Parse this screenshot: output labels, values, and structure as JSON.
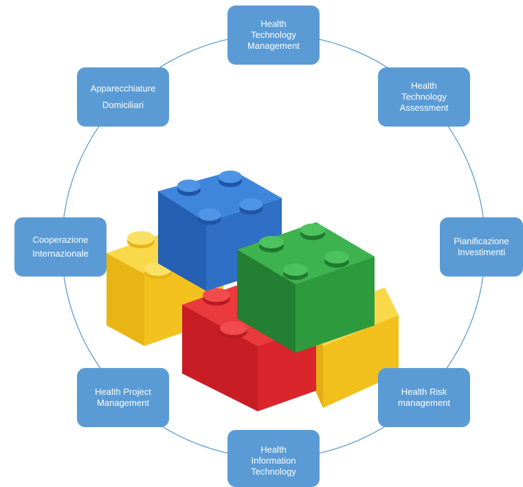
{
  "nodes": [
    {
      "label": "Health\nTechnology\nManagement"
    },
    {
      "label": "Health\nTechnology\nAssessment"
    },
    {
      "label": "Pianificazione\nInvestimenti"
    },
    {
      "label": "Health Risk\nmanagement"
    },
    {
      "label": "Health\nInformation\nTechnology"
    },
    {
      "label": "Health Project\nManagement"
    },
    {
      "label": "Cooperazione\nInternazionale"
    },
    {
      "label": "Apparecchiature\nDomiciliari"
    }
  ],
  "colors": {
    "node_fill": "#5b9bd5",
    "node_text": "#ffffff",
    "ring_stroke": "#5b9bd5",
    "brick_blue": "#2f6fc6",
    "brick_green": "#2e9a3e",
    "brick_red": "#d9252b",
    "brick_yellow": "#f5c518"
  },
  "center_image": {
    "icon": "lego-bricks-image"
  }
}
